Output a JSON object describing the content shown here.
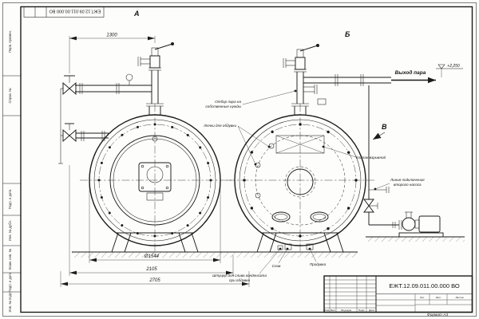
{
  "doc": {
    "number": "ЕЖТ.12.09.011.00.000  ВО",
    "number_top": "ЕЖТ.12.09.011.00.000 ВО",
    "format": "Формат А3",
    "lit_label": "Лит.",
    "sheet_label": "Лист",
    "sheets_label": "Листов",
    "cols": {
      "izm": "Изм.",
      "list": "Лист",
      "doc": "№ докум.",
      "podp": "Подп.",
      "data": "Дата"
    }
  },
  "margin": {
    "perv": "Перв. примен.",
    "sprav": "Справ. №",
    "podp1": "Подп. и дата",
    "inv_dubl": "Инв. № дубл.",
    "vzam": "Взам. инв. №",
    "podp2": "Подп. и дата",
    "inv_podl": "Инв. № подл."
  },
  "views": {
    "a": "А",
    "b": "Б",
    "v": "В"
  },
  "dims": {
    "d1300": "1300",
    "dia": "Ø1544",
    "d2105": "2105",
    "d2705": "2705"
  },
  "callouts": {
    "steam_own_1": "Отбор пара на",
    "steam_own_2": "собственные нужды",
    "hatches": "Лючки для обдувки",
    "explosion": "Клапан взрывной",
    "pump_line_1": "Линия подключения",
    "pump_line_2": "второго насоса",
    "drain": "Слив",
    "blowdown": "Продувка",
    "cond_1": "Штуцер для слива конденсата",
    "cond_2": "при обдувке",
    "steam_out": "Выход пара",
    "elev": "+2,250"
  }
}
